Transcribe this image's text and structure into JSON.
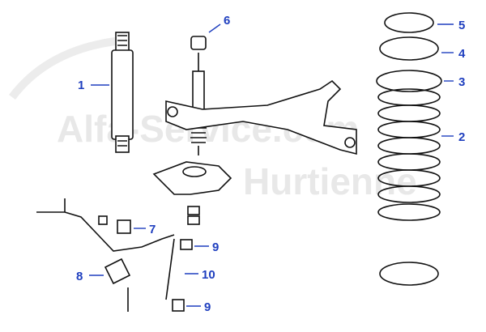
{
  "watermark": {
    "line1": "Alfa-Service.com",
    "line2": "Hurtienne"
  },
  "callouts": [
    {
      "id": "1",
      "part": "shock-absorber"
    },
    {
      "id": "2",
      "part": "coil-spring"
    },
    {
      "id": "3",
      "part": "lower-spring-seat"
    },
    {
      "id": "4",
      "part": "spring-seat-insulator"
    },
    {
      "id": "5",
      "part": "upper-spring-mount"
    },
    {
      "id": "6",
      "part": "damper-top-bushing"
    },
    {
      "id": "7",
      "part": "sway-bar-bushing"
    },
    {
      "id": "8",
      "part": "sway-bar-clamp"
    },
    {
      "id": "9",
      "part": "drop-link-bushing"
    },
    {
      "id": "10",
      "part": "drop-link"
    },
    {
      "id": "9",
      "part": "drop-link-bushing-lower"
    }
  ],
  "colors": {
    "callout": "#1f3fbf",
    "line": "#111111",
    "watermark": "#e8e8e8"
  }
}
